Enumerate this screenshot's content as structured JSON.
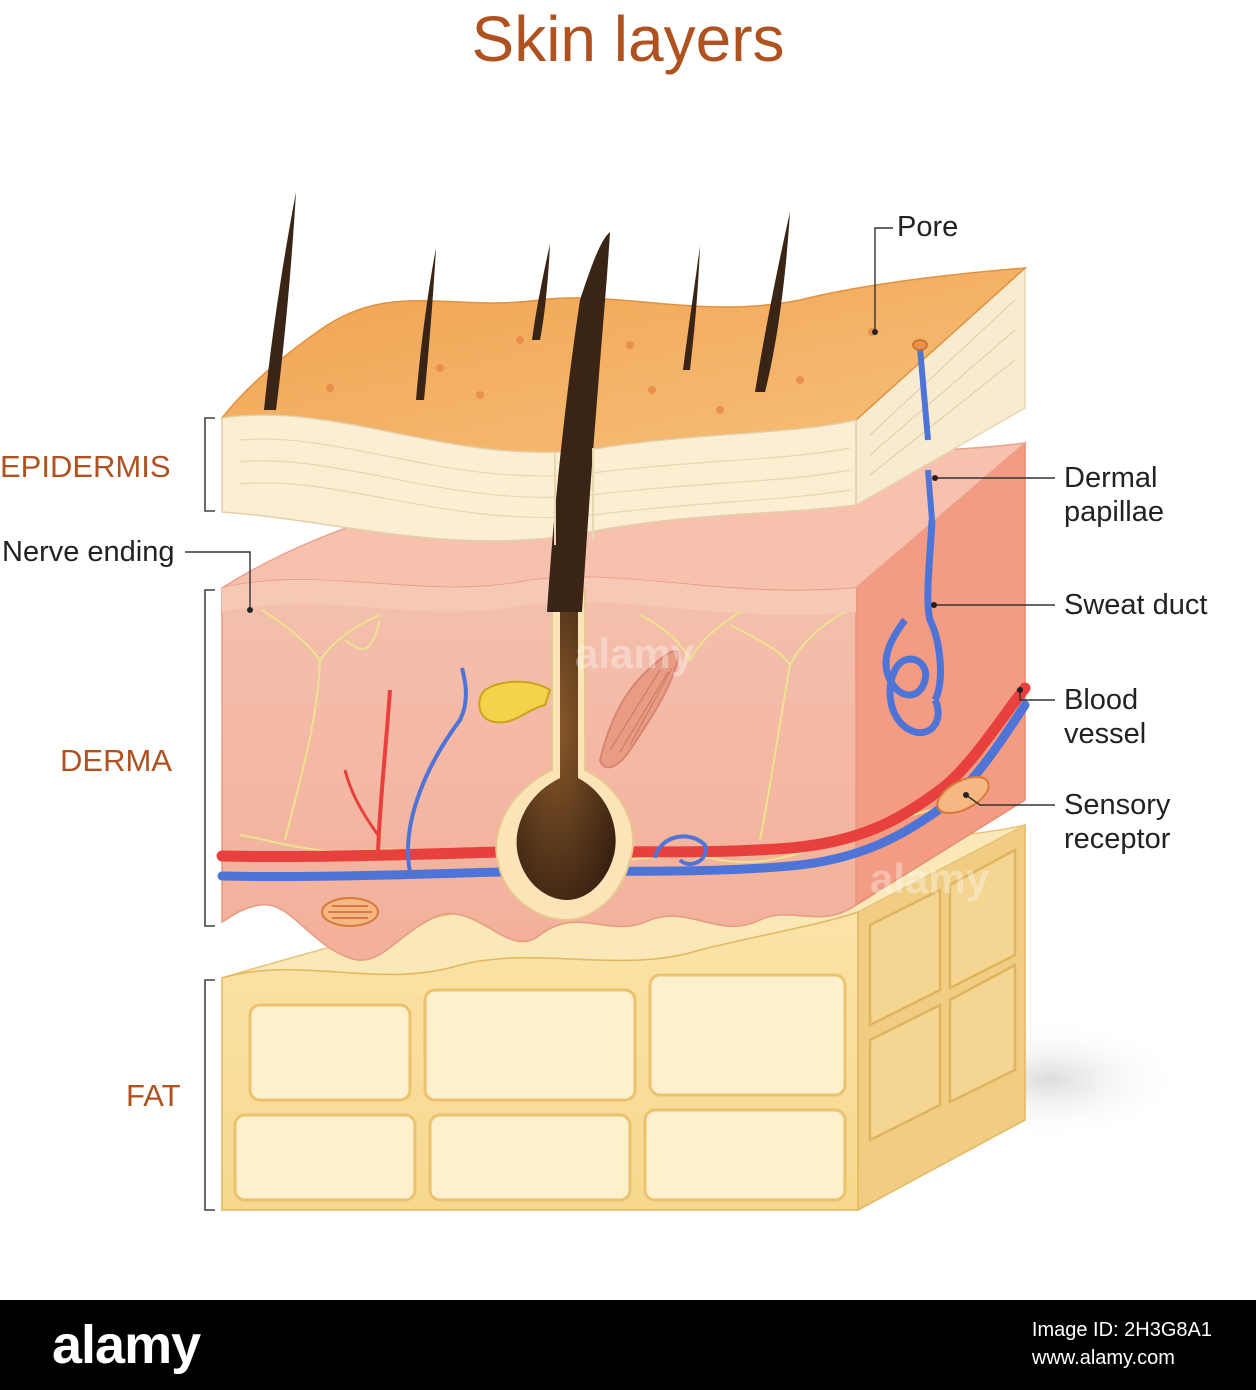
{
  "title": "Skin layers",
  "layers": {
    "epidermis": "EPIDERMIS",
    "derma": "DERMA",
    "fat": "FAT"
  },
  "labels": {
    "pore": "Pore",
    "dermal_papillae_line1": "Dermal",
    "dermal_papillae_line2": "papillae",
    "nerve_ending": "Nerve ending",
    "sweat_duct": "Sweat duct",
    "blood_vessel_line1": "Blood",
    "blood_vessel_line2": "vessel",
    "sensory_receptor_line1": "Sensory",
    "sensory_receptor_line2": "receptor"
  },
  "watermark": "alamy",
  "footer": {
    "logo": "alamy",
    "image_id": "Image ID: 2H3G8A1",
    "site": "www.alamy.com"
  },
  "colors": {
    "title": "#b0521f",
    "epidermis_top": "#f2a85a",
    "epidermis_side": "#f8ecd0",
    "derma": "#f4b7a3",
    "derma_side": "#f39c83",
    "fat": "#fbe7b6",
    "fat_side": "#f0cd82",
    "hair": "#3a2415",
    "artery": "#e63a3a",
    "vein": "#4a6fd6",
    "nerve": "#e8e08a"
  }
}
